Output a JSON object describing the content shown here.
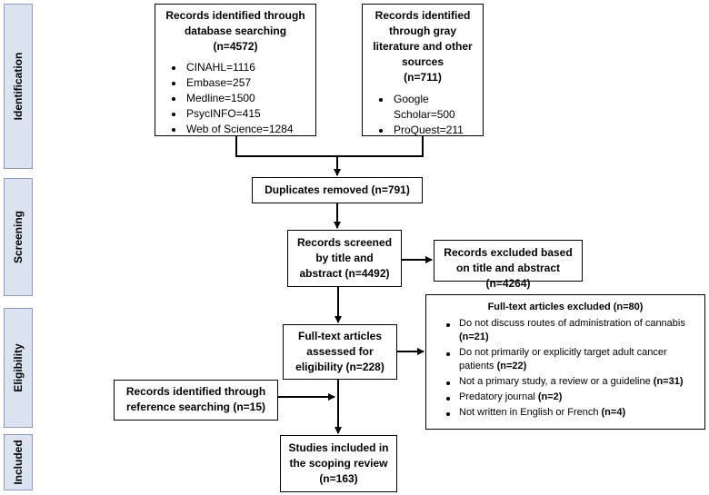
{
  "phases": {
    "identification": "Identification",
    "screening": "Screening",
    "eligibility": "Eligibility",
    "included": "Included"
  },
  "database_box": {
    "title": "Records identified through database searching (n=4572)",
    "items": [
      "CINAHL=1116",
      "Embase=257",
      "Medline=1500",
      "PsycINFO=415",
      "Web of Science=1284"
    ]
  },
  "gray_box": {
    "title": "Records identified through gray literature and other sources",
    "count": "(n=711)",
    "items": [
      "Google Scholar=500",
      "ProQuest=211"
    ]
  },
  "duplicates_box": {
    "text": "Duplicates removed (n=791)"
  },
  "screened_box": {
    "text": "Records screened by title and abstract (n=4492)"
  },
  "excluded_ta_box": {
    "text": "Records excluded based on title and abstract (n=4264)"
  },
  "fulltext_box": {
    "text": "Full-text articles assessed for eligibility (n=228)"
  },
  "fulltext_excluded_box": {
    "title": "Full-text articles excluded (n=80)",
    "items": [
      {
        "text": "Do not discuss routes of administration of cannabis ",
        "count": "(n=21)"
      },
      {
        "text": "Do not primarily or explicitly target adult cancer patients ",
        "count": "(n=22)"
      },
      {
        "text": "Not a primary study, a review or a guideline ",
        "count": "(n=31)"
      },
      {
        "text": "Predatory journal ",
        "count": "(n=2)"
      },
      {
        "text": "Not written in English or French ",
        "count": "(n=4)"
      }
    ]
  },
  "reference_box": {
    "text": "Records identified through reference searching (n=15)"
  },
  "included_box": {
    "text": "Studies included in the scoping review (n=163)"
  }
}
